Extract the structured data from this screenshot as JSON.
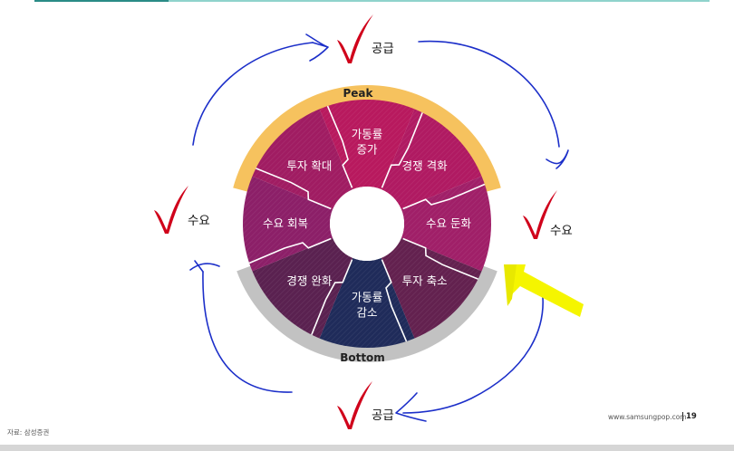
{
  "ring": {
    "peak_label": "Peak",
    "bottom_label": "Bottom",
    "segments": [
      {
        "lines": [
          "가동률",
          "증가"
        ],
        "color": "#b8195e"
      },
      {
        "lines": [
          "경쟁 격화"
        ],
        "color": "#b01a62"
      },
      {
        "lines": [
          "수요 둔화"
        ],
        "color": "#a01f68"
      },
      {
        "lines": [
          "투자 축소"
        ],
        "color": "#63214f"
      },
      {
        "lines": [
          "가동률",
          "감소"
        ],
        "color": "#1f2b5a"
      },
      {
        "lines": [
          "경쟁 완화"
        ],
        "color": "#5a2150"
      },
      {
        "lines": [
          "수요 회복"
        ],
        "color": "#8c1f68"
      },
      {
        "lines": [
          "투자 확대"
        ],
        "color": "#a01c62"
      }
    ],
    "peak_color": "#f6c25e",
    "bottom_color": "#c2c2c2"
  },
  "checks": {
    "top": "공급",
    "right": "수요",
    "bottom": "공급",
    "left": "수요",
    "check_color": "#d0021b"
  },
  "arrow_color": "#1c2fc9",
  "highlight_arrow_color": "#f5f500",
  "footer": {
    "source": "자료: 삼성증권",
    "site": "www.samsungpop.com",
    "page": "19"
  }
}
